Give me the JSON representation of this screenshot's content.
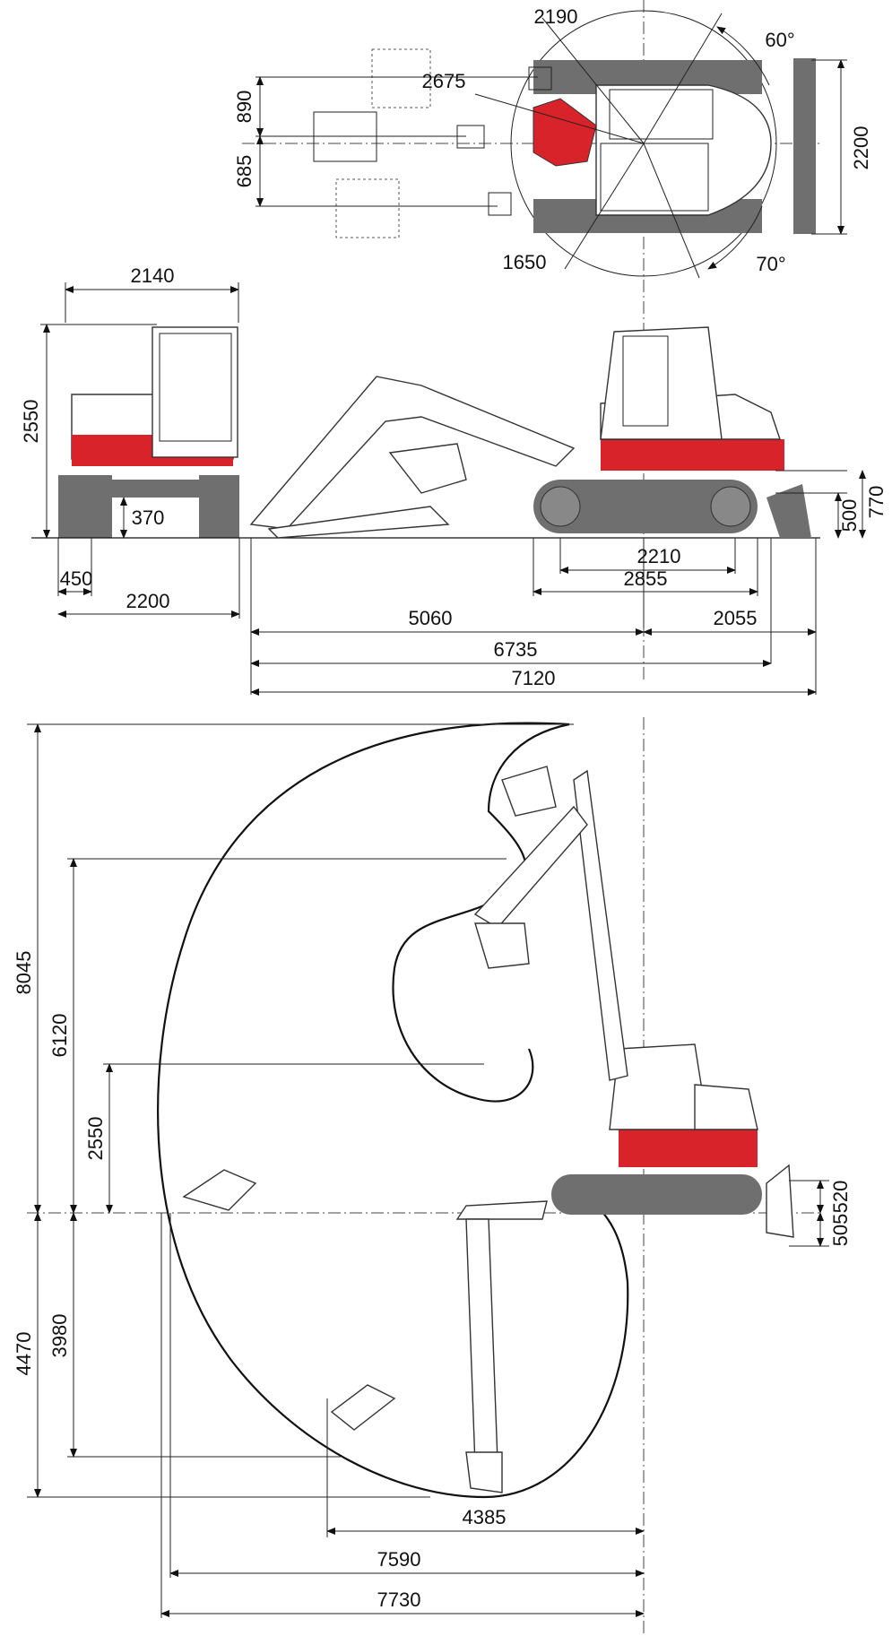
{
  "colors": {
    "body_red": "#d8232a",
    "track_grey": "#6f6f6f",
    "line": "#111111"
  },
  "top_view": {
    "width_2190": "2190",
    "angle_60": "60°",
    "swing_2675": "2675",
    "offset_890": "890",
    "width_2200": "2200",
    "offset_685": "685",
    "radius_1650": "1650",
    "angle_70": "70°"
  },
  "front_view": {
    "width_2140": "2140",
    "height_2550": "2550",
    "clearance_370": "370",
    "shoe_450": "450",
    "track_width_2200": "2200"
  },
  "side_view": {
    "tumbler_2210": "2210",
    "track_length_2855": "2855",
    "blade_height_500": "500",
    "blade_770": "770",
    "front_5060": "5060",
    "rear_2055": "2055",
    "length_6735": "6735",
    "length_7120": "7120"
  },
  "working_range": {
    "max_height_8045": "8045",
    "dump_height_6120": "6120",
    "height_2550": "2550",
    "blade_up_520": "520",
    "blade_down_505": "505",
    "vertical_dig_3980": "3980",
    "max_depth_4470": "4470",
    "min_radius_4385": "4385",
    "reach_ground_7590": "7590",
    "max_reach_7730": "7730"
  }
}
